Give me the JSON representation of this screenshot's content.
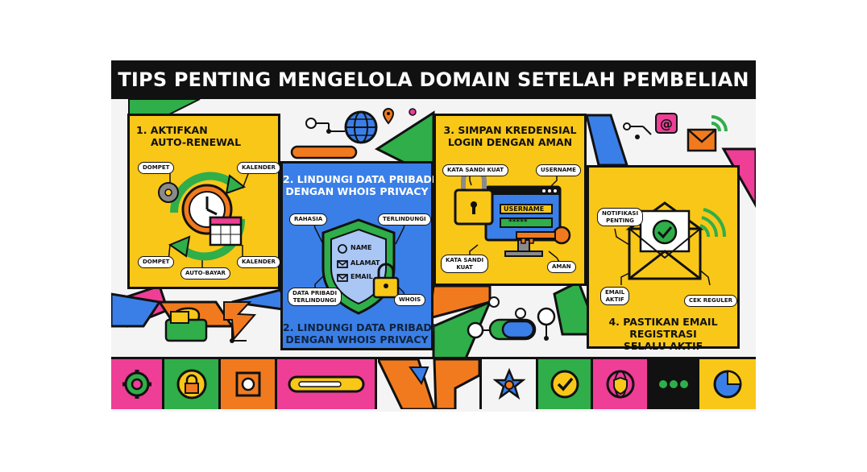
{
  "title": "TIPS PENTING MENGELOLA DOMAIN SETELAH PEMBELIAN",
  "colors": {
    "yellow": "#f9c718",
    "blue": "#3a7fe8",
    "green": "#2fae4a",
    "orange": "#f27a1e",
    "pink": "#ee3e96",
    "dark": "#111111"
  },
  "panels": [
    {
      "title_line1": "1. AKTIFKAN",
      "title_line2": "AUTO-RENEWAL",
      "labels": [
        "DOMPET",
        "KALENDER",
        "DOMPET",
        "AUTO-BAYAR",
        "KALENDER"
      ]
    },
    {
      "title_line1": "2. LINDUNGI DATA PRIBADI",
      "title_line2": "DENGAN WHOIS PRIVACY",
      "labels": [
        "RAHASIA",
        "TERLINDUNGI",
        "DATA PRIBADI",
        "TERLINDUNGI",
        "WHOIS"
      ],
      "shield_fields": [
        "NAME",
        "ALAMAT",
        "EMAIL"
      ],
      "bottom_title_line1": "2. LINDUNGI DATA PRIBADI",
      "bottom_title_line2": "DENGAN WHOIS PRIVACY"
    },
    {
      "title_line1": "3. SIMPAN KREDENSIAL",
      "title_line2": "LOGIN DENGAN AMAN",
      "labels": [
        "KATA SANDI KUAT",
        "USERNAME",
        "KATA SANDI",
        "KUAT",
        "AMAN"
      ],
      "form_username": "USERNAME",
      "form_password": "*****"
    },
    {
      "title_line1": "4. PASTIKAN EMAIL",
      "title_line2": "REGISTRASI",
      "title_line3": "SELALU AKTIF",
      "labels": [
        "NOTIFIKASI",
        "PENTING",
        "EMAIL",
        "AKTIF",
        "CEK REGULER"
      ]
    }
  ],
  "bottom_icons": [
    "gear-icon",
    "lock-icon",
    "target-icon",
    "progress-pill-icon",
    "arrows-icon",
    "star-icon",
    "check-icon",
    "globe-shield-icon",
    "dots-icon",
    "pie-chart-icon"
  ]
}
